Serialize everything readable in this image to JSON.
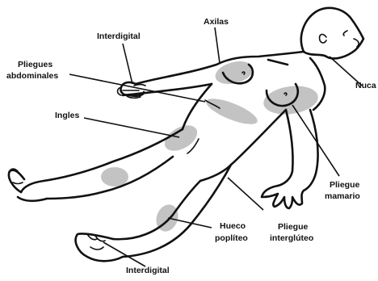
{
  "labels": {
    "interdigital_top": "Interdigital",
    "axilas": "Axilas",
    "pliegues_abdominales_1": "Pliegues",
    "pliegues_abdominales_2": "abdominales",
    "nuca": "Nuca",
    "ingles": "Ingles",
    "pliegue_mamario_1": "Pliegue",
    "pliegue_mamario_2": "mamario",
    "hueco_popliteo_1": "Hueco",
    "hueco_popliteo_2": "poplíteo",
    "pliegue_intergluteo_1": "Pliegue",
    "pliegue_intergluteo_2": "interglúteo",
    "interdigital_bottom": "Interdigital"
  },
  "colors": {
    "ink": "#111111",
    "zone": "#bdbdbd",
    "background": "#ffffff"
  }
}
